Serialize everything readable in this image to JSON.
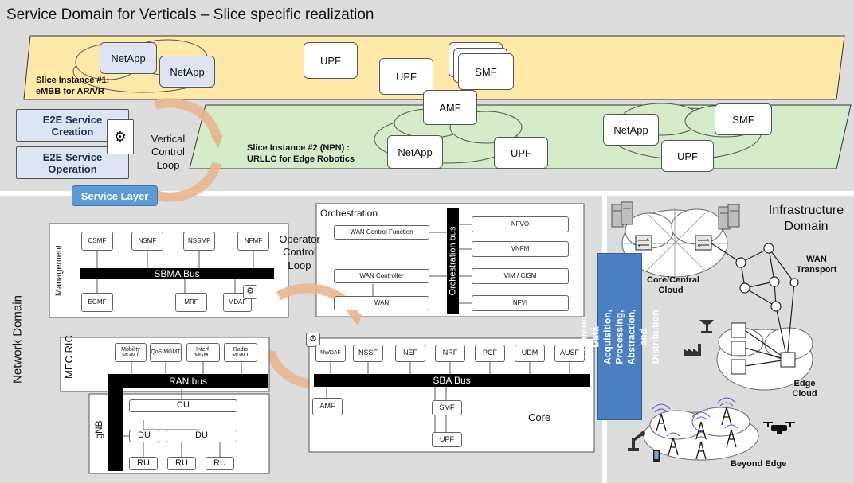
{
  "service_domain": {
    "title": "Service Domain for Verticals – Slice specific realization",
    "slice1": {
      "label_line1": "Slice Instance #1:",
      "label_line2": "eMBB for AR/VR",
      "netapp_a": "NetApp",
      "netapp_b": "NetApp",
      "upf_a": "UPF",
      "upf_b": "UPF",
      "smf": "SMF",
      "amf": "AMF"
    },
    "slice2": {
      "label_line1": "Slice Instance #2 (NPN) :",
      "label_line2": "URLLC for Edge Robotics",
      "netapp_a": "NetApp",
      "upf_a": "UPF",
      "netapp_b": "NetApp",
      "upf_b": "UPF",
      "smf": "SMF"
    },
    "e2e_creation": "E2E Service Creation",
    "e2e_operation": "E2E Service Operation",
    "vertical_loop": "Vertical Control Loop",
    "service_layer": "Service Layer"
  },
  "network_domain": {
    "title": "Network Domain",
    "management": {
      "title": "Management",
      "csmf": "CSMF",
      "nsmf": "NSMF",
      "nssmf": "NSSMF",
      "nfmf": "NFMF",
      "bus": "SBMA Bus",
      "egmf": "EGMF",
      "mrf": "MRF",
      "mdaf": "MDAF"
    },
    "operator_loop": "Operator Control Loop",
    "orchestration": {
      "title": "Orchestration",
      "wan_control": "WAN Control Function",
      "wan_controller": "WAN Controller",
      "wan": "WAN",
      "bus": "Orchestration bus",
      "nfvo": "NFVO",
      "vnfm": "VNFM",
      "vim": "VIM / CISM",
      "nfvi": "NFVI"
    },
    "ran": {
      "mec_ric": "MEC RIC",
      "gnb": "gNB",
      "mobility": "Mobility MGMT",
      "qos": "QoS MGMT",
      "interf": "Interf. MGMT",
      "radio": "Radio MGMT",
      "bus": "RAN bus",
      "cu": "CU",
      "du1": "DU",
      "du2": "DU",
      "ru1": "RU",
      "ru2": "RU",
      "ru3": "RU"
    },
    "core": {
      "title": "Core",
      "nwdaf": "NWDAF",
      "nssf": "NSSF",
      "nef": "NEF",
      "nrf": "NRF",
      "pcf": "PCF",
      "udm": "UDM",
      "ausf": "AUSF",
      "bus": "SBA Bus",
      "amf": "AMF",
      "smf": "SMF",
      "upf": "UPF"
    }
  },
  "common_data": "Common Data Acquisition, Processing, Abstraction, and Distribution",
  "infrastructure": {
    "title": "Infrastructure Domain",
    "core_cloud": "Core/Central Cloud",
    "wan_transport": "WAN Transport",
    "edge_cloud": "Edge Cloud",
    "beyond_edge": "Beyond Edge"
  },
  "colors": {
    "slice1_fill": "#ffe9a8",
    "slice2_fill": "#d5ebc8",
    "service_layer": "#5b9bd5",
    "e2e_box": "#dbe4f0",
    "common_data_fill": "#4a7fc1",
    "loop_arrow": "#e8b58c"
  }
}
